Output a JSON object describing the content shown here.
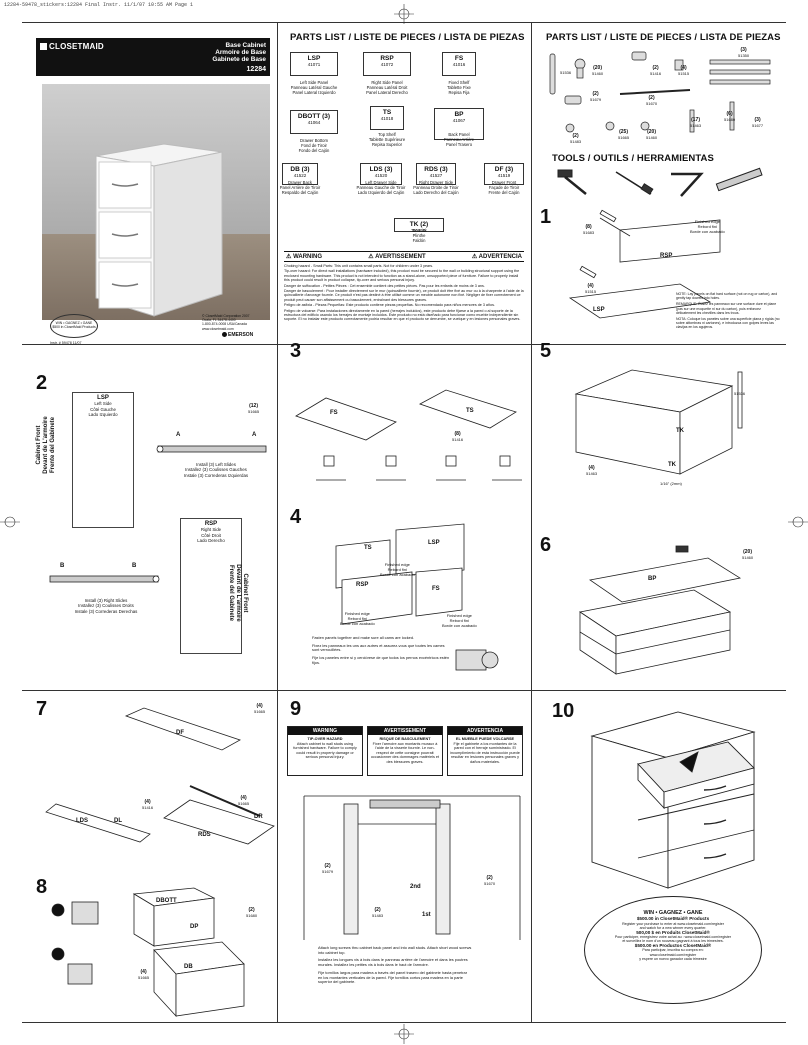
{
  "header_line": "12284-59478_stickers:12284 Final Instr.  11/1/07  10:55 AM  Page 1",
  "brand": {
    "logo": "CLOSETMAID",
    "emerson": "EMERSON"
  },
  "product": {
    "title_en": "Base Cabinet",
    "title_fr": "Armoire de Base",
    "title_es": "Gabinete de Base",
    "model": "12284"
  },
  "copyright": [
    "© ClosetMaid Corporation 2007",
    "Ocala, FL 34478-4400",
    "1-800-874-0008 USA/Canada",
    "www.closetmaid.com"
  ],
  "instr_code": "Instr. # 59478   11/07",
  "seal": [
    "WIN • GAGNEZ • GANE",
    "$500 in ClosetMaid Products"
  ],
  "parts_title": "PARTS LIST / LISTE DE PIECES / LISTA DE PIEZAS",
  "parts": [
    {
      "code": "LSP",
      "num": "41071",
      "lines": [
        "Left Side Panel",
        "Panneau Latéral Gauche",
        "Panel Lateral Izquierdo"
      ]
    },
    {
      "code": "RSP",
      "num": "41072",
      "lines": [
        "Right Side Panel",
        "Panneau Latéral Droit",
        "Panel Lateral Derecho"
      ]
    },
    {
      "code": "FS",
      "num": "41016",
      "lines": [
        "Fixed Shelf",
        "Tablette Fixe",
        "Repisa Fija"
      ]
    },
    {
      "code": "DBOTT (3)",
      "num": "41064",
      "lines": [
        "Drawer Bottom",
        "Fond de Tiroir",
        "Fondo del Cajón"
      ]
    },
    {
      "code": "TS",
      "num": "41018",
      "lines": [
        "Top Shelf",
        "Tablette Supérieure",
        "Repisa Superior"
      ]
    },
    {
      "code": "BP",
      "num": "41067",
      "lines": [
        "Back Panel",
        "Panneau Arrière",
        "Panel Trasero"
      ]
    },
    {
      "code": "DB (3)",
      "num": "41522",
      "lines": [
        "Drawer Back",
        "Panel Arrière de Tiroir",
        "Respaldo del Cajón"
      ]
    },
    {
      "code": "LDS (3)",
      "num": "41520",
      "lines": [
        "Left Drawer Side",
        "Panneau Gauche de Tiroir",
        "Lado Izquierdo del Cajón"
      ]
    },
    {
      "code": "RDS (3)",
      "num": "41527",
      "lines": [
        "Right Drawer Side",
        "Panneau Droite de Tiroir",
        "Lado Derecho del Cajón"
      ]
    },
    {
      "code": "DF (3)",
      "num": "41519",
      "lines": [
        "Drawer Front",
        "Façade de Tiroir",
        "Frente del Cajón"
      ]
    },
    {
      "code": "TK (2)",
      "num": "50838",
      "lines": [
        "Toe Kick",
        "Plinthe",
        "Faldón"
      ]
    }
  ],
  "hardware": [
    {
      "qty": "",
      "num": "51536"
    },
    {
      "qty": "(20)",
      "num": "51460"
    },
    {
      "qty": "(2)",
      "num": "51416"
    },
    {
      "qty": "(4)",
      "num": "51515"
    },
    {
      "qty": "(3)",
      "num": "51350"
    },
    {
      "qty": "(2)",
      "num": "51679"
    },
    {
      "qty": "(2)",
      "num": "51670"
    },
    {
      "qty": "(2)",
      "num": "51483"
    },
    {
      "qty": "(25)",
      "num": "51665"
    },
    {
      "qty": "(20)",
      "num": "51460"
    },
    {
      "qty": "(17)",
      "num": "51463"
    },
    {
      "qty": "(6)",
      "num": "51680"
    },
    {
      "qty": "(3)",
      "num": "51677"
    }
  ],
  "tools_title": "TOOLS / OUTILS / HERRAMIENTAS",
  "warnings": {
    "heads": [
      "WARNING",
      "AVERTISSEMENT",
      "ADVERTENCIA"
    ],
    "paragraphs": [
      "Choking hazard - Small Parts: This unit contains small parts.  Not for children under 3 years.",
      "Tip-over hazard: For direct wall installations (hardware included), this product must be secured to the wall or building structural support using the enclosed mounting hardware. This product is not intended to function as a stand-alone, unsupported piece of furniture. Failure to properly install this product could result in product collapse, tip-over and serious personal injury.",
      "Danger de suffocation - Petites Pièces : Cet ensemble contient des petites pièces. Pas pour les enfants de moins de 3 ans.",
      "Danger de basculement : Pour installer directement sur le mur (quincaillerie fournie), ce produit doit être fixé au mur ou à la charpente à l'aide de la quincaillerie d'ancrage fournie. Ce produit n'est pas destiné à être utilisé comme un meuble autonome non fixé. Négliger de fixer correctement ce produit peut causer son affaissement ou basculement, entraînant des blessures graves.",
      "Peligro de asfixia - Piezas Pequeñas: Este producto contiene piezas pequeñas. No recomendado para niños menores de 3 años.",
      "Peligro de volcarse: Para instalaciones directamente en la pared (herrajes incluidos), este producto debe fijarse a la pared o al soporte de la estructura del edificio usando los herrajes de montaje incluidos. Este producto no está diseñado para funcionar como mueble independiente sin soporte. El no instalar este producto correctamente podría resultar en que el producto se derrumbe, se vuelque y en lesiones personales graves."
    ]
  },
  "step1": {
    "num": "1",
    "hw": [
      "(8)",
      "51683"
    ],
    "hw2": [
      "(4)",
      "51515"
    ],
    "edge": [
      "Finished edge",
      "Rebord fini",
      "Borde con acabado"
    ],
    "notes": [
      "NOTE: Lay panels on flat hard surface (not on rug or carton), and gently tap dowels into holes.",
      "REMARQUE: Étalez les panneaux sur une surface dure et plane (pas sur une moquette ni sur du carton), puis enfoncez délicatement les chevilles dans les trous.",
      "NOTA: Coloque los paneles sobre una superficie plana y rígida (no sobre alfombras ni cartones), e introduzca con golpes leves las clavijas en los agujeros."
    ]
  },
  "step2": {
    "num": "2",
    "left_side": [
      "LSP",
      "Left Side",
      "Côté Gauche",
      "Lado Izquierdo"
    ],
    "right_side": [
      "RSP",
      "Right Side",
      "Côté Droit",
      "Lado Derecho"
    ],
    "front": [
      "Cabinet Front",
      "Devant de L'armoire",
      "Frente del Gabinete"
    ],
    "hw": [
      "(12)",
      "51665"
    ],
    "install_left": [
      "Install (3) Left Slides",
      "Installez (3) Coulisses Gauches",
      "Instale (3) Correderas Izquierdas"
    ],
    "install_right": [
      "Install (3) Right Slides",
      "Installez (3) Coulisses Droits",
      "Instale (3) Correderas Derechas"
    ]
  },
  "step3": {
    "num": "3",
    "hw": [
      "(8)",
      "51416"
    ]
  },
  "step4": {
    "num": "4",
    "edge": [
      "Finished edge",
      "Rebord fini",
      "Borde con acabado"
    ],
    "texts": [
      "Fasten panels together and make sure all cams are locked.",
      "Fixez les panneaux les uns aux autres et assurez-vous que toutes les cames sont verrouillées.",
      "Fije los paneles entre sí y cerciórese de que todos los pernos excéntricos estén fijos."
    ]
  },
  "step5": {
    "num": "5",
    "hw": [
      "(4)",
      "51463"
    ],
    "dim": "1/16\" (2mm)"
  },
  "step6": {
    "num": "6",
    "hw": [
      "(20)",
      "51460"
    ]
  },
  "step7": {
    "num": "7",
    "hw1": [
      "(4)",
      "51665"
    ],
    "hw2": [
      "(4)",
      "51416"
    ],
    "hw3": [
      "(4)",
      "51665"
    ]
  },
  "step8": {
    "num": "8",
    "hw1": [
      "(2)",
      "51680"
    ],
    "hw2": [
      "(4)",
      "51665"
    ]
  },
  "step9": {
    "num": "9",
    "warn_heads": [
      "WARNING",
      "AVERTISSEMENT",
      "ADVERTENCIA"
    ],
    "warn_sub": [
      "TIP-OVER HAZARD",
      "RISQUE DE BASCULEMENT",
      "EL MUEBLE PUEDE VOLCARSE"
    ],
    "warn_en": "Attach cabinet to wall studs using furnished hardware. Failure to comply could result in property damage or serious personal injury.",
    "warn_fr": "Fixer l'armoire aux montants muraux à l'aide de la visserie fournie. Le non-respect de cette consigne pourrait occasionner des dommages matériels et des blessures graves.",
    "warn_es": "Fije el gabinete a los montantes de la pared con el herraje suministrado. El incumplimiento de esta instrucción puede resultar en lesiones personales graves y daños materiales.",
    "hw": [
      [
        "(2)",
        "51679"
      ],
      [
        "(2)",
        "51483"
      ],
      [
        "(2)",
        "51670"
      ]
    ],
    "order": [
      "2nd",
      "1st"
    ],
    "texts": [
      "Attach long screws thru cabinet back panel and into wall studs. Attach short wood screws into cabinet top.",
      "Installez les longues vis à bois dans le panneau arrière de l'armoire et dans les poutres murales. Installez les petites vis à bois dans le haut de l'armoire.",
      "Fije tornillos largos para madera a través del panel trasero del gabinete hasta penetrar en los montantes verticales de la pared. Fije tornillos cortos para madera en la parte superior del gabinete."
    ]
  },
  "step10": {
    "num": "10"
  },
  "win": {
    "title": "WIN • GAGNEZ • GANE",
    "lines": [
      "$500.00 in ClosetMaid® Products",
      "Register your purchase to enter at www.closetmaid.com/register",
      "and watch for a new winner every quarter.",
      "500,00 $ en Produits ClosetMaid®",
      "Pour participer, enregistrez votre achat au : www.closetmaid.com/register",
      "et surveillez le nom d'un nouveau gagnant à tous les trimestres.",
      "$500.00 en Productos ClosetMaid®",
      "Para participar, inscriba su compra en:",
      "www.closetmaid.com/register",
      "y espere un nuevo ganador cada trimestre"
    ]
  },
  "labels": {
    "FS": "FS",
    "TS": "TS",
    "LSP": "LSP",
    "RSP": "RSP",
    "TK": "TK",
    "BP": "BP",
    "DF": "DF",
    "LDS": "LDS",
    "DL": "DL",
    "DR": "DR",
    "RDS": "RDS",
    "DBOTT": "DBOTT",
    "DP": "DP",
    "DB": "DB",
    "A": "A",
    "B": "B",
    "hw51536": "51536"
  }
}
